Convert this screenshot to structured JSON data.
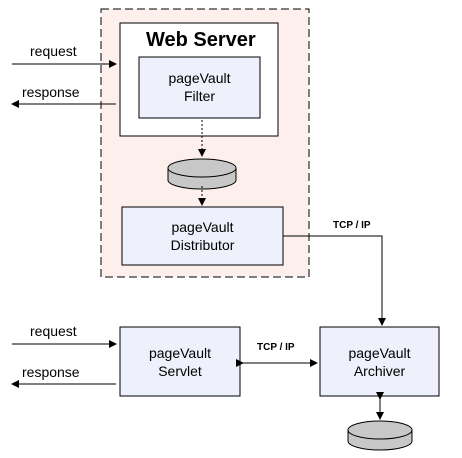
{
  "web_server": {
    "title": "Web Server",
    "filter": {
      "line1": "pageVault",
      "line2": "Filter"
    },
    "distributor": {
      "line1": "pageVault",
      "line2": "Distributor"
    }
  },
  "top_flows": {
    "request": "request",
    "response": "response"
  },
  "bottom_flows": {
    "request": "request",
    "response": "response"
  },
  "servlet": {
    "line1": "pageVault",
    "line2": "Servlet"
  },
  "archiver": {
    "line1": "pageVault",
    "line2": "Archiver"
  },
  "links": {
    "distributor_to_archiver": "TCP / IP",
    "servlet_to_archiver": "TCP / IP"
  },
  "colors": {
    "server_container_fill": "#fdf0ec",
    "box_fill": "#eef0fb",
    "disk_fill": "#c8c8c8"
  }
}
